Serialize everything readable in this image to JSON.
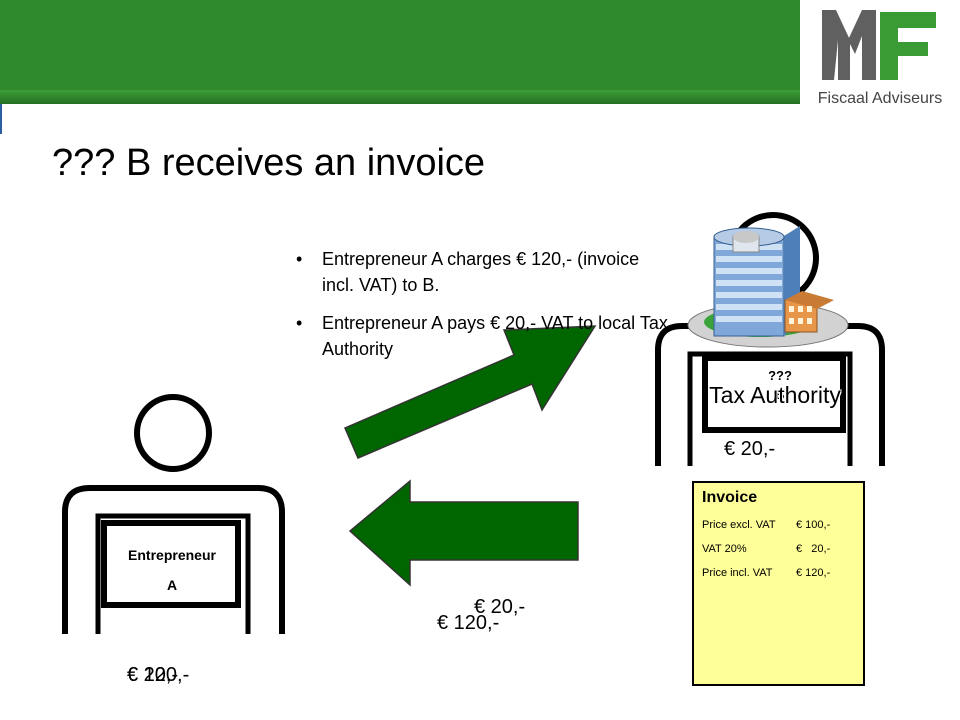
{
  "header": {
    "logo_text": "Fiscaal Adviseurs",
    "colors": {
      "band": "#2f8a2c",
      "logo_grey": "#606060",
      "logo_green": "#3a9a34"
    }
  },
  "title": "??? B receives an invoice",
  "bullets": [
    "Entrepreneur A charges € 120,- (invoice incl. VAT) to B.",
    "Entrepreneur A pays € 20,- VAT to local Tax Authority"
  ],
  "person_a": {
    "line1": "Entrepreneur",
    "line2": "A"
  },
  "person_b": {
    "line1": "???",
    "line2": "B"
  },
  "tax_authority": {
    "label": "Tax Authority",
    "icon": "office-building-icon"
  },
  "amounts": {
    "b_vat": "€ 20,-",
    "arrow_vat": "€ 20,-",
    "arrow_total": "€ 120,-",
    "a_total": "€ 120,-",
    "a_vat": "€ 20,-"
  },
  "invoice": {
    "title": "Invoice",
    "rows": [
      {
        "label": "Price excl. VAT",
        "value": "€ 100,-"
      },
      {
        "label": "VAT 20%",
        "value": "€   20,-"
      },
      {
        "label": "Price incl. VAT",
        "value": "€ 120,-"
      }
    ],
    "background": "#ffff99"
  },
  "arrow_color": "#006600"
}
